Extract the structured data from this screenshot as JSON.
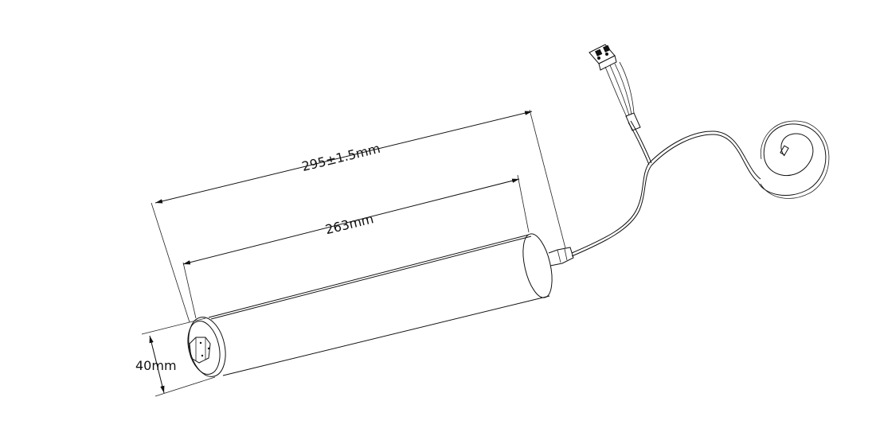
{
  "diagram": {
    "dimensions": {
      "overall_length": "295±1.5mm",
      "tube_length": "263mm",
      "diameter": "40mm"
    },
    "colors": {
      "line": "#111111",
      "background": "#ffffff"
    }
  }
}
